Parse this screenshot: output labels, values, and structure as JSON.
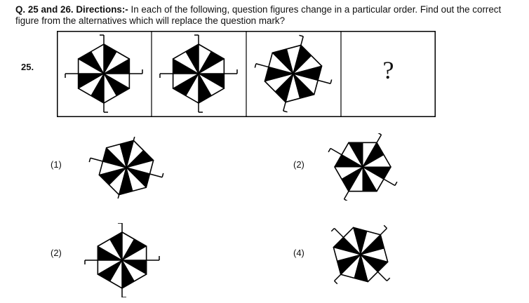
{
  "question": {
    "heading": "Q. 25 and 26. Directions:-",
    "text": "In each of the following, question figures change in a particular order. Find out the correct figure from the alternatives which will replace the question mark?",
    "number": "25.",
    "missing_mark": "?"
  },
  "figures": {
    "question_figures": [
      {
        "black_sectors": [
          0,
          2,
          4,
          6,
          8,
          10
        ],
        "rotation": 0
      },
      {
        "black_sectors": [
          1,
          3,
          5,
          7,
          9,
          11
        ],
        "rotation": 0
      },
      {
        "black_sectors": [
          0,
          2,
          4,
          6,
          8,
          10
        ],
        "rotation": 15
      }
    ],
    "options": [
      {
        "label": "(1)",
        "black_sectors": [
          1,
          3,
          5,
          7,
          9,
          11
        ],
        "rotation": 15
      },
      {
        "label": "(2)",
        "black_sectors": [
          0,
          2,
          4,
          6,
          8,
          10
        ],
        "rotation": 30
      },
      {
        "label": "(2)",
        "black_sectors": [
          1,
          3,
          5,
          7,
          9,
          11
        ],
        "rotation": 0
      },
      {
        "label": "(4)",
        "black_sectors": [
          0,
          2,
          4,
          6,
          8,
          10
        ],
        "rotation": 45
      }
    ]
  }
}
